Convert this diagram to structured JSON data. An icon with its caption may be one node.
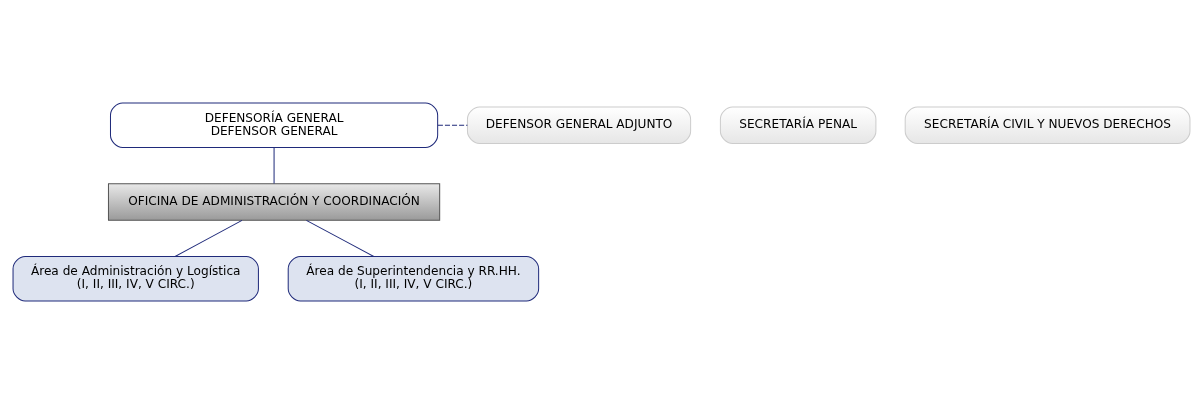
{
  "diagram": {
    "nodes": [
      {
        "text": [
          "DEFENSORÍA GENERAL",
          "DEFENSOR GENERAL"
        ]
      },
      {
        "text": [
          "DEFENSOR GENERAL ADJUNTO"
        ]
      },
      {
        "text": [
          "SECRETARÍA PENAL"
        ]
      },
      {
        "text": [
          "SECRETARÍA CIVIL Y NUEVOS DERECHOS"
        ]
      },
      {
        "text": [
          "OFICINA DE ADMINISTRACIÓN Y COORDINACIÓN"
        ]
      },
      {
        "text": [
          "Área de Administración y Logística",
          "(I, II, III, IV, V CIRC.)"
        ]
      },
      {
        "text": [
          "Área de Superintendencia y RR.HH.",
          "(I, II, III, IV, V CIRC.)"
        ]
      }
    ],
    "edges": [
      {
        "from": 0,
        "to": 1,
        "arrow": "none",
        "style": "dashed"
      },
      {
        "from": 0,
        "to": 4,
        "arrow": "none"
      },
      {
        "from": 4,
        "to": 5,
        "arrow": "none"
      },
      {
        "from": 4,
        "to": 6,
        "arrow": "none"
      }
    ]
  }
}
